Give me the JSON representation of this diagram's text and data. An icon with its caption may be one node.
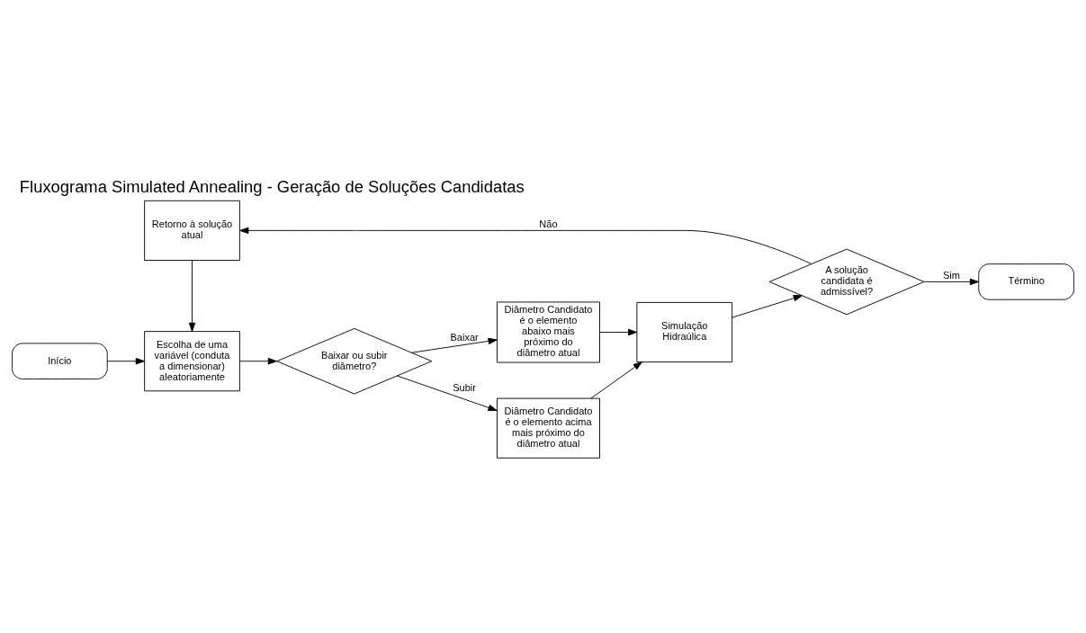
{
  "diagram": {
    "title": "Fluxograma Simulated Annealing - Geração de Soluções Candidatas",
    "nodes": [
      {
        "text": [
          "Início"
        ]
      },
      {
        "text": [
          "Escolha de uma variável (conduta a dimensionar) aleatoriamente"
        ]
      },
      {
        "text": [
          "Retorno à solução atual"
        ]
      },
      {
        "text": [
          "A solução candidata é admissível?"
        ]
      },
      {
        "text": [
          "Término"
        ]
      },
      {
        "text": [
          "Baixar ou subir diâmetro?"
        ]
      },
      {
        "text": [
          "Diâmetro Candidato é o elemento abaixo mais próximo do diâmetro atual"
        ]
      },
      {
        "text": [
          "Simulação Hidraúlica"
        ]
      },
      {
        "text": [
          "Diâmetro Candidato é o elemento acima mais próximo do diâmetro atual"
        ]
      }
    ],
    "edges": [
      {
        "from": 0,
        "to": 1,
        "arrow": "to"
      },
      {
        "from": 2,
        "to": 1,
        "arrow": "to"
      },
      {
        "from": 1,
        "to": 5,
        "arrow": "to"
      },
      {
        "from": 5,
        "to": 6,
        "arrow": "to",
        "label": "Baixar"
      },
      {
        "from": 5,
        "to": 8,
        "arrow": "to",
        "label": "Subir"
      },
      {
        "from": 6,
        "to": 7,
        "arrow": "to"
      },
      {
        "from": 8,
        "to": 7,
        "arrow": "to"
      },
      {
        "from": 7,
        "to": 3,
        "arrow": "to"
      },
      {
        "from": 3,
        "to": 2,
        "arrow": "to",
        "label": "Não"
      },
      {
        "from": 3,
        "to": 4,
        "arrow": "to",
        "label": "Sim"
      }
    ]
  }
}
